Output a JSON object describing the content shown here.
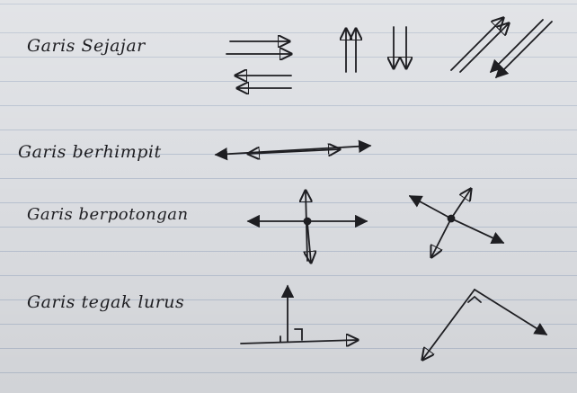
{
  "labels": {
    "sejajar": "Garis Sejajar",
    "berhimpit": "Garis berhimpit",
    "berpotongan": "Garis berpotongan",
    "tegak_lurus": "Garis tegak lurus"
  },
  "colors": {
    "ink": "#1e1e22",
    "paper": "#dcdee2",
    "rule": "#7f91b3"
  }
}
